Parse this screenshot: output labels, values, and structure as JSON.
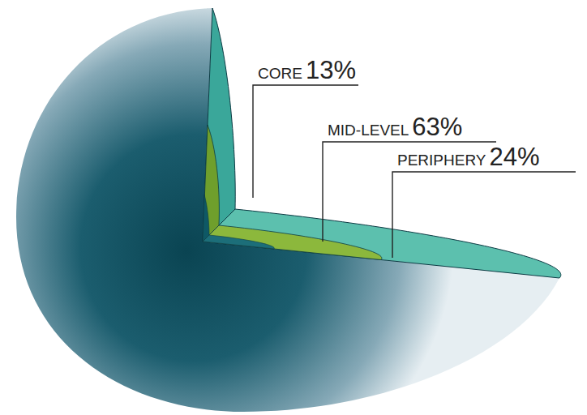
{
  "diagram": {
    "labels": [
      "CORE",
      "13%",
      "MID-LEVEL",
      "63%",
      "PERIPHERY",
      "24%"
    ]
  }
}
